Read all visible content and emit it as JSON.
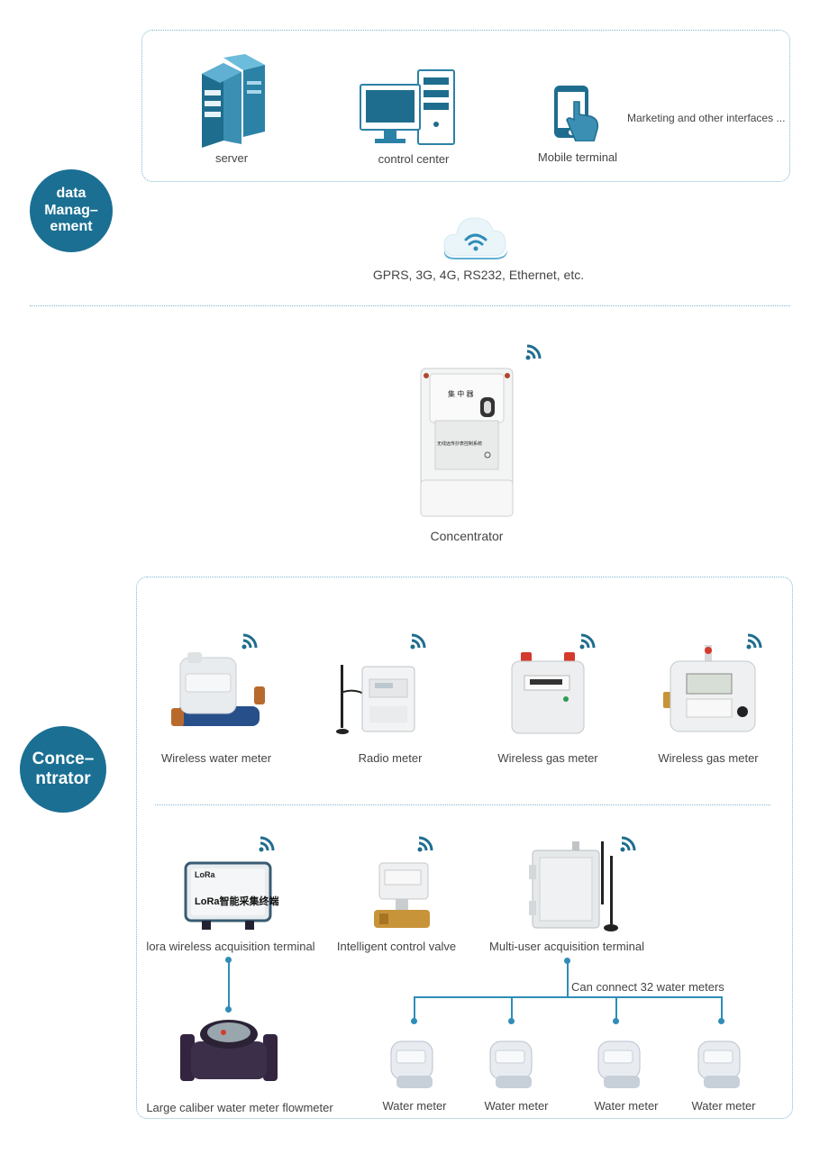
{
  "sections": {
    "management_label": "data\nManag–\nement",
    "concentrator_label": "Conce–\nntrator"
  },
  "management": {
    "server": "server",
    "control_center": "control center",
    "mobile_terminal": "Mobile terminal",
    "marketing": "Marketing and other interfaces ...",
    "network": "GPRS, 3G, 4G, RS232, Ethernet, etc."
  },
  "concentrator": {
    "caption": "Concentrator",
    "device_title": "集 中 器",
    "device_subtitle": "无线远传抄表控制系统"
  },
  "meters_row1": [
    "Wireless water meter",
    "Radio meter",
    "Wireless gas meter",
    "Wireless gas meter"
  ],
  "devices_row2": {
    "lora": "lora wireless acquisition terminal",
    "lora_brand": "LoRa",
    "lora_chinese": "LoRa智能采集终端",
    "valve": "Intelligent control valve",
    "multi_user": "Multi-user acquisition terminal"
  },
  "bottom": {
    "large_caliber": "Large caliber water meter flowmeter",
    "connect_note": "Can connect 32 water meters",
    "water_meters": [
      "Water meter",
      "Water meter",
      "Water meter",
      "Water meter"
    ]
  },
  "colors": {
    "accent": "#1a6f93",
    "line": "#2f8db8",
    "dotted": "#7fb7d2"
  }
}
